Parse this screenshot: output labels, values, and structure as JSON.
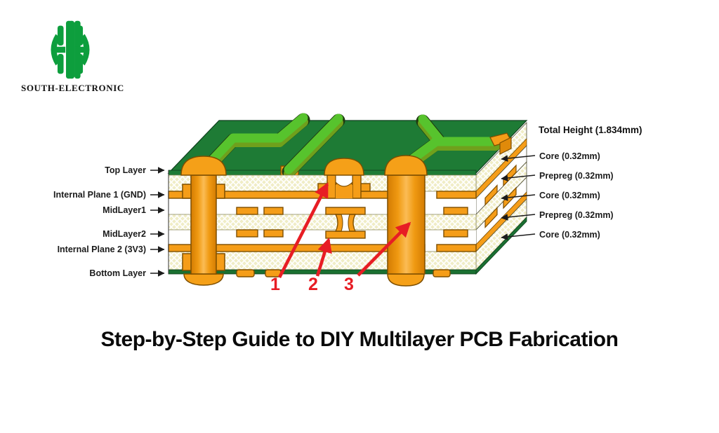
{
  "logo": {
    "text": "SOUTH-ELECTRONIC",
    "color": "#0d9e3d"
  },
  "title": {
    "text": "Step-by-Step Guide to DIY Multilayer PCB Fabrication"
  },
  "diagram": {
    "left_labels": [
      {
        "text": "Top Layer"
      },
      {
        "text": "Internal Plane 1 (GND)"
      },
      {
        "text": "MidLayer1"
      },
      {
        "text": "MidLayer2"
      },
      {
        "text": "Internal Plane 2 (3V3)"
      },
      {
        "text": "Bottom Layer"
      }
    ],
    "right_labels": {
      "total": "Total Height (1.834mm)",
      "items": [
        {
          "text": "Core (0.32mm)"
        },
        {
          "text": "Prepreg (0.32mm)"
        },
        {
          "text": "Core (0.32mm)"
        },
        {
          "text": "Prepreg (0.32mm)"
        },
        {
          "text": "Core (0.32mm)"
        }
      ]
    },
    "via_callouts": [
      {
        "label": "1"
      },
      {
        "label": "2"
      },
      {
        "label": "3"
      }
    ]
  },
  "colors": {
    "board_green": "#1e7b35",
    "trace_green": "#57c32d",
    "copper_orange": "#f59d18",
    "core_cream": "#f0edc6",
    "prepreg_white": "#ffffff",
    "callout_red": "#e71d24",
    "label_black": "#1b1b1b"
  }
}
